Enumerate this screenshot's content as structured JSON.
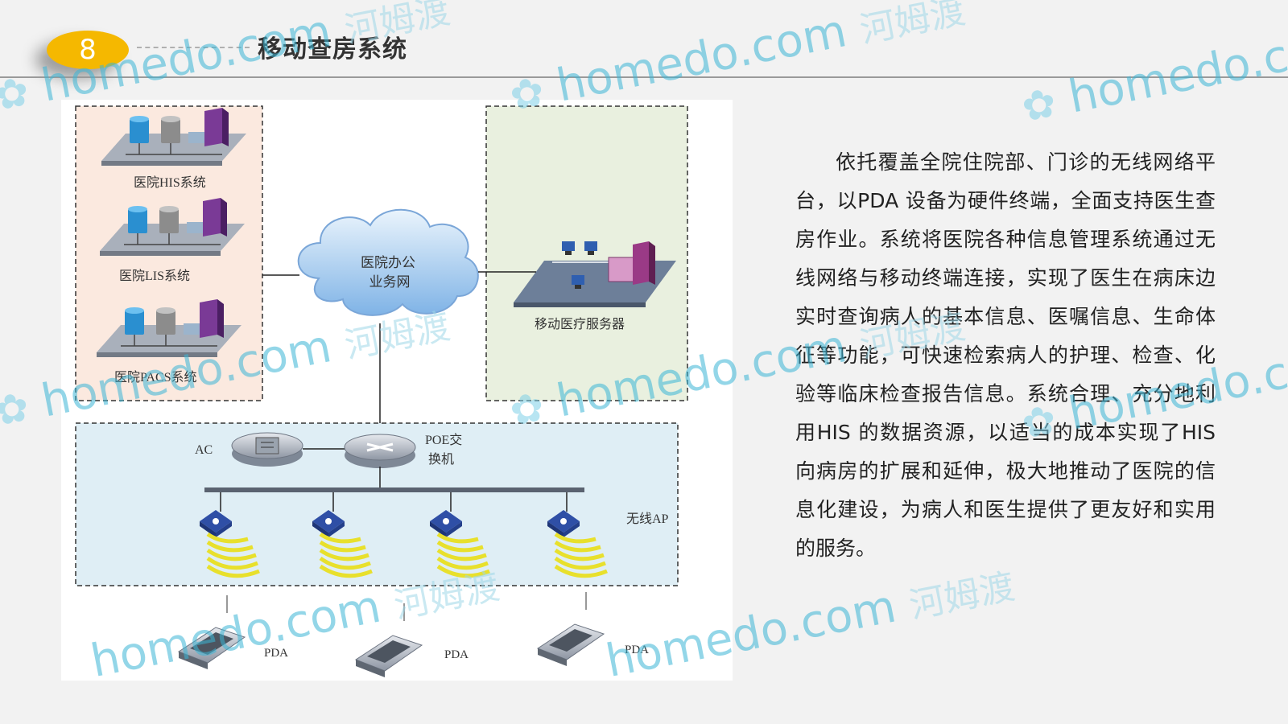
{
  "header": {
    "badge_number": "8",
    "title": "移动查房系统"
  },
  "diagram": {
    "his_label": "医院HIS系统",
    "lis_label": "医院LIS系统",
    "pacs_label": "医院PACS系统",
    "cloud_line1": "医院办公",
    "cloud_line2": "业务网",
    "server_label": "移动医疗服务器",
    "ac_label": "AC",
    "poe_line1": "POE交",
    "poe_line2": "换机",
    "ap_label": "无线AP",
    "pda_label": "PDA"
  },
  "description": {
    "text": "依托覆盖全院住院部、门诊的无线网络平台，以PDA 设备为硬件终端，全面支持医生查房作业。系统将医院各种信息管理系统通过无线网络与移动终端连接，实现了医生在病床边实时查询病人的基本信息、医嘱信息、生命体征等功能，可快速检索病人的护理、检查、化验等临床检查报告信息。系统合理、充分地利用HIS 的数据资源，以适当的成本实现了HIS 向病房的扩展和延伸，极大地推动了医院的信息化建设，为病人和医生提供了更友好和实用的服务。"
  },
  "watermark": {
    "brand": "homedo.com",
    "cn": "河姆渡"
  },
  "colors": {
    "accent": "#f5b800",
    "left_panel": "#fbe9df",
    "right_panel": "#e9f0df",
    "bottom_panel": "#dfeef5",
    "watermark": "#3cb6d6"
  }
}
